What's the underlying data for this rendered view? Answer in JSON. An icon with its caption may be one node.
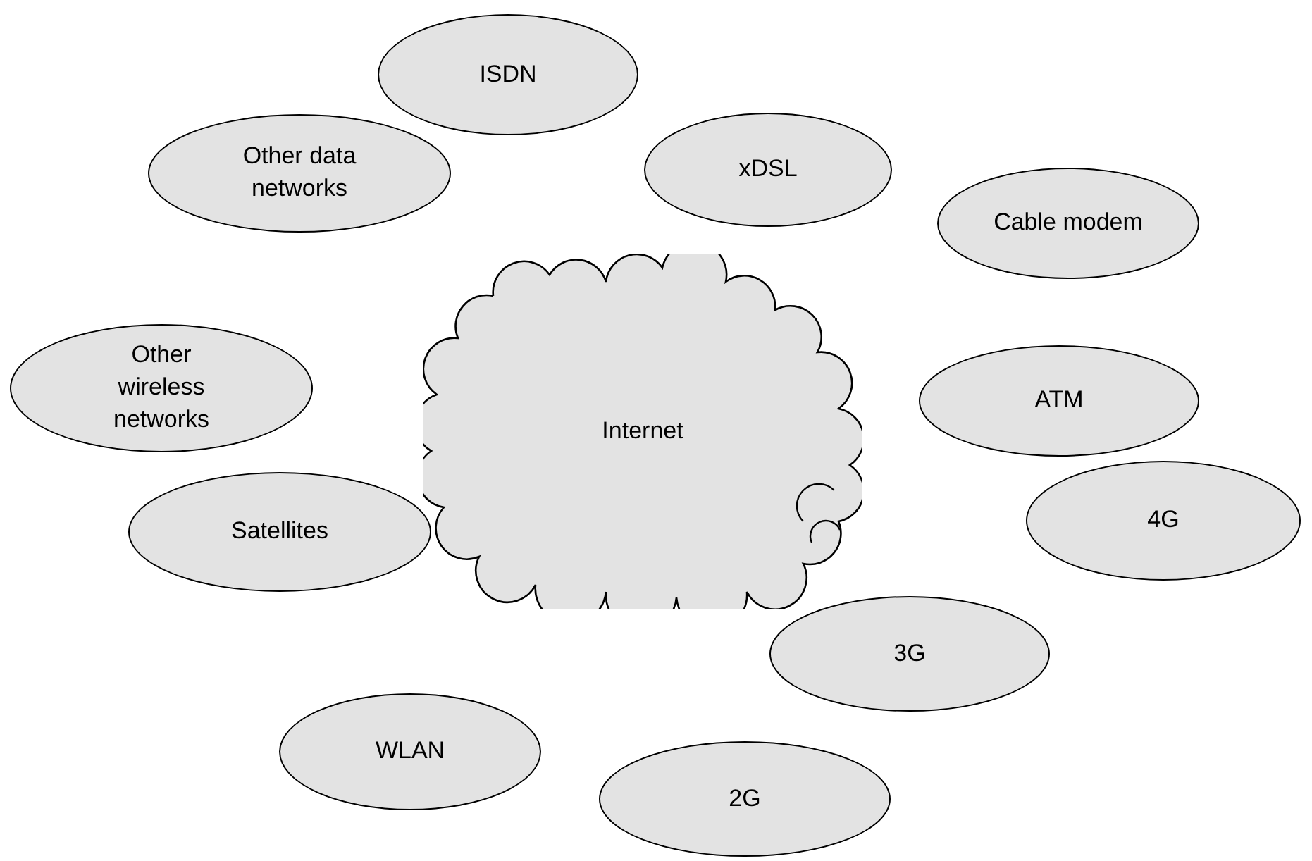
{
  "diagram": {
    "nodes": [
      {
        "text": [
          "ISDN"
        ]
      },
      {
        "text": [
          "Other data networks"
        ]
      },
      {
        "text": [
          "xDSL"
        ]
      },
      {
        "text": [
          "Cable modem"
        ]
      },
      {
        "text": [
          "Internet"
        ]
      },
      {
        "text": [
          "Other wireless networks"
        ]
      },
      {
        "text": [
          "ATM"
        ]
      },
      {
        "text": [
          "Satellites"
        ]
      },
      {
        "text": [
          "4G"
        ]
      },
      {
        "text": [
          "3G"
        ]
      },
      {
        "text": [
          "WLAN"
        ]
      },
      {
        "text": [
          "2G"
        ]
      }
    ]
  }
}
